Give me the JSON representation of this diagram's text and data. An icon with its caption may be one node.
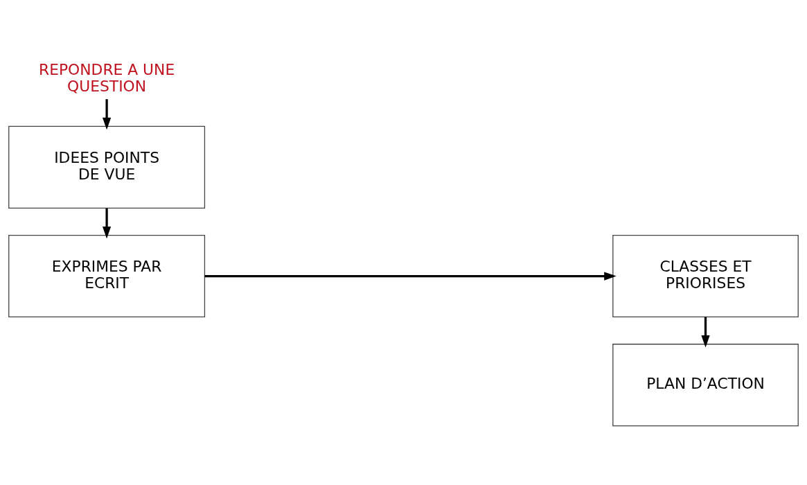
{
  "diagram": {
    "nodes": [
      {
        "text": [
          "REPONDRE A UNE QUESTION"
        ]
      },
      {
        "text": [
          "IDEES POINTS DE VUE"
        ]
      },
      {
        "text": [
          "EXPRIMES PAR ECRIT"
        ]
      },
      {
        "text": [
          "CLASSES ET PRIORISES"
        ]
      },
      {
        "text": [
          "PLAN D’ACTION"
        ]
      }
    ],
    "edges": [
      {
        "from": 0,
        "to": 1,
        "arrow": "to"
      },
      {
        "from": 1,
        "to": 2,
        "arrow": "to"
      },
      {
        "from": 2,
        "to": 3,
        "arrow": "to"
      },
      {
        "from": 3,
        "to": 4,
        "arrow": "to"
      }
    ]
  }
}
